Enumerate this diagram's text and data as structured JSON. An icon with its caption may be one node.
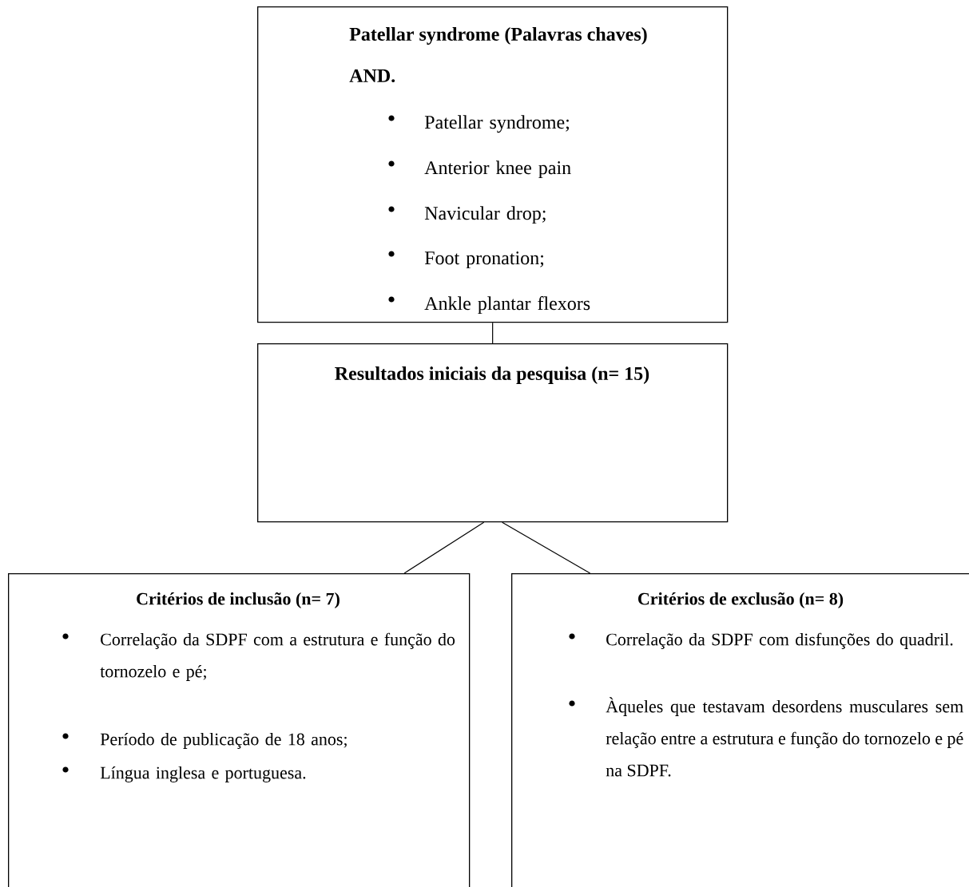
{
  "diagram": {
    "nodes": [
      {
        "text": [
          "Patellar syndrome (Palavras chaves)",
          "AND.",
          "Patellar syndrome;",
          "Anterior knee pain",
          "Navicular drop;",
          "Foot pronation;",
          "Ankle plantar flexors"
        ]
      },
      {
        "text": [
          "Resultados iniciais da pesquisa (n= 15)"
        ]
      },
      {
        "text": [
          "Critérios de inclusão (n= 7)",
          "Correlação da SDPF com a estrutura e função do tornozelo e pé;",
          "Período de publicação de 18 anos;",
          "Língua inglesa e portuguesa."
        ]
      },
      {
        "text": [
          "Critérios de exclusão (n= 8)",
          "Correlação da SDPF com disfunções do quadril.",
          "Àqueles que testavam desordens musculares sem relação entre a estrutura e função do tornozelo e pé na SDPF."
        ]
      }
    ],
    "edges": [
      {
        "from": 0,
        "to": 1,
        "arrow": "none"
      },
      {
        "from": 1,
        "to": 2,
        "arrow": "none"
      },
      {
        "from": 1,
        "to": 3,
        "arrow": "none"
      }
    ]
  }
}
